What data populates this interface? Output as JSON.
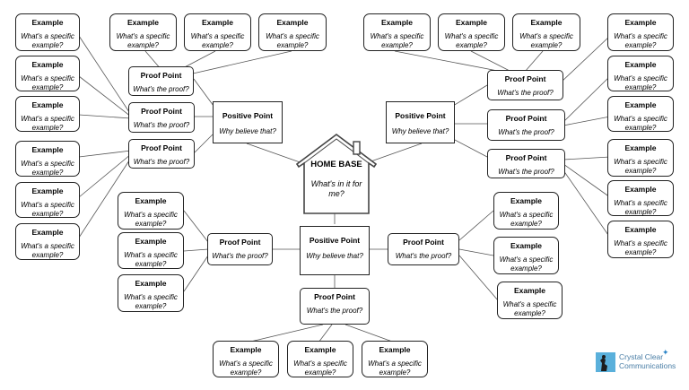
{
  "example": {
    "title": "Example",
    "sub": "What's a specific example?"
  },
  "proof": {
    "title": "Proof Point",
    "sub": "What's the proof?"
  },
  "positive": {
    "title": "Positive Point",
    "sub": "Why believe that?"
  },
  "home": {
    "title": "HOME BASE",
    "sub": "What's in it for me?"
  },
  "brand": {
    "line1": "Crystal Clear",
    "line2": "Communications",
    "color": "#5ab0db"
  }
}
